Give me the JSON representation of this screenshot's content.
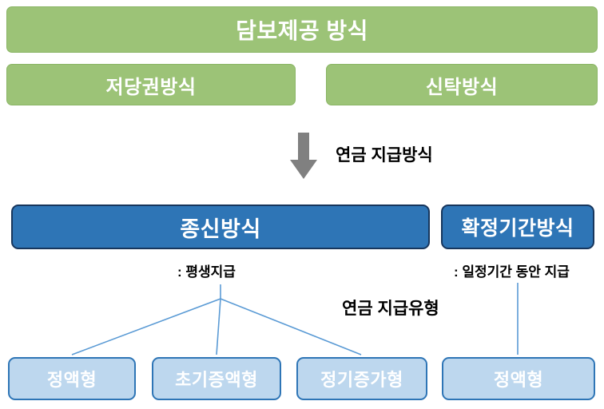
{
  "diagram": {
    "title": "담보제공 방식",
    "collateral_methods": [
      {
        "label": "저당권방식"
      },
      {
        "label": "신탁방식"
      }
    ],
    "arrow_label": "연금 지급방식",
    "payment_methods": [
      {
        "label": "종신방식",
        "note": ": 평생지급"
      },
      {
        "label": "확정기간방식",
        "note": ": 일정기간 동안 지급"
      }
    ],
    "payment_types_label": "연금 지급유형",
    "payment_types": [
      {
        "label": "정액형"
      },
      {
        "label": "초기증액형"
      },
      {
        "label": "정기증가형"
      },
      {
        "label": "정액형"
      }
    ],
    "colors": {
      "green_fill": "#9cc377",
      "dark_blue_fill": "#2e75b6",
      "dark_blue_border": "#17365d",
      "light_blue_fill": "#bdd7ee",
      "connector_line": "#5b9bd5",
      "arrow_fill": "#808080"
    }
  }
}
